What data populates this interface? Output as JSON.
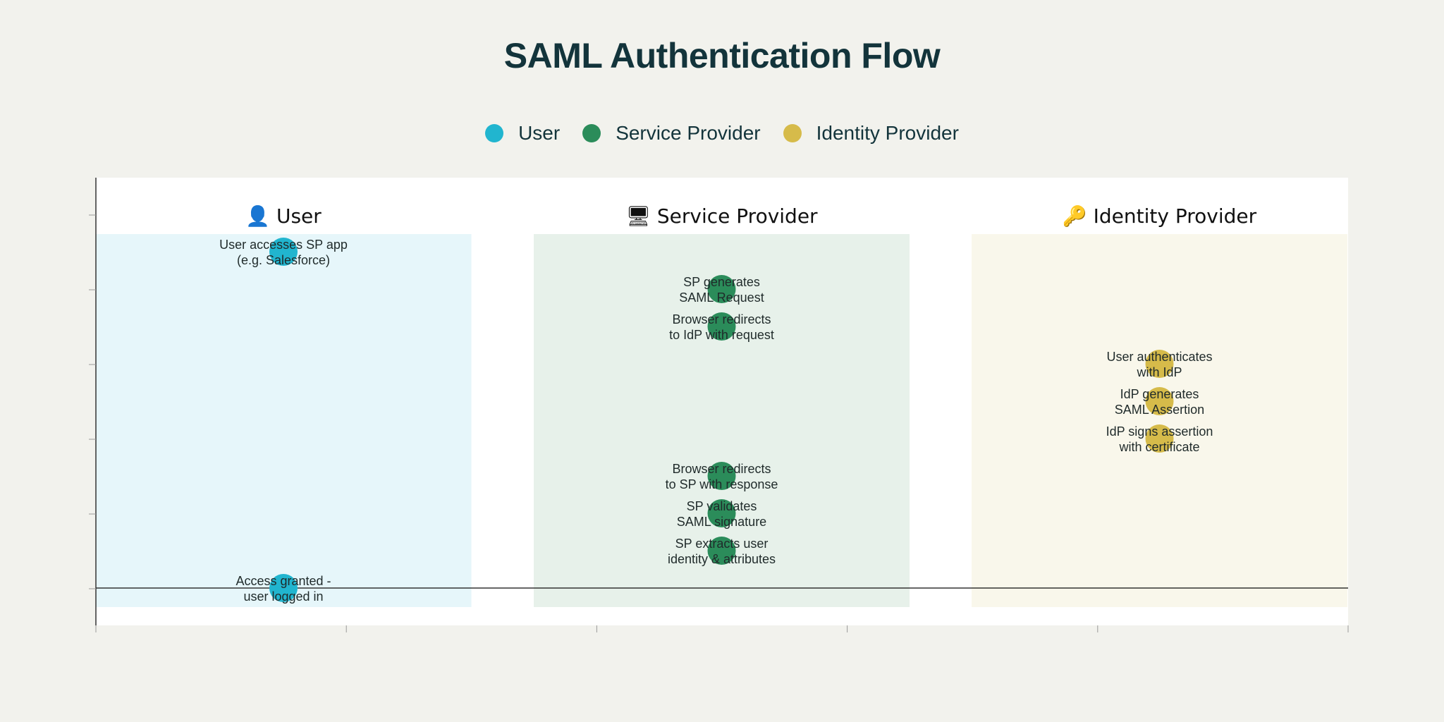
{
  "title": "SAML Authentication Flow",
  "legend": [
    {
      "label": "User",
      "color": "#21b5cf"
    },
    {
      "label": "Service Provider",
      "color": "#2b8c5a"
    },
    {
      "label": "Identity Provider",
      "color": "#d6bb4a"
    }
  ],
  "lanes": [
    {
      "title": "User",
      "icon": "user-icon",
      "color": "#21b5cf",
      "background": "#e6f6fa"
    },
    {
      "title": "Service Provider",
      "icon": "server-icon",
      "color": "#2b8c5a",
      "background": "#e7f1ea"
    },
    {
      "title": "Identity Provider",
      "icon": "key-icon",
      "color": "#d6bb4a",
      "background": "#f9f7eb"
    }
  ],
  "steps": [
    {
      "lane": 0,
      "order": 1,
      "lines": [
        "User accesses SP app",
        "(e.g. Salesforce)"
      ]
    },
    {
      "lane": 1,
      "order": 2,
      "lines": [
        "SP generates",
        "SAML Request"
      ]
    },
    {
      "lane": 1,
      "order": 3,
      "lines": [
        "Browser redirects",
        "to IdP with request"
      ]
    },
    {
      "lane": 2,
      "order": 4,
      "lines": [
        "User authenticates",
        "with IdP"
      ]
    },
    {
      "lane": 2,
      "order": 5,
      "lines": [
        "IdP generates",
        "SAML Assertion"
      ]
    },
    {
      "lane": 2,
      "order": 6,
      "lines": [
        "IdP signs assertion",
        "with certificate"
      ]
    },
    {
      "lane": 1,
      "order": 7,
      "lines": [
        "Browser redirects",
        "to SP with response"
      ]
    },
    {
      "lane": 1,
      "order": 8,
      "lines": [
        "SP validates",
        "SAML signature"
      ]
    },
    {
      "lane": 1,
      "order": 9,
      "lines": [
        "SP extracts user",
        "identity & attributes"
      ]
    },
    {
      "lane": 0,
      "order": 10,
      "lines": [
        "Access granted -",
        "user logged in"
      ]
    }
  ]
}
